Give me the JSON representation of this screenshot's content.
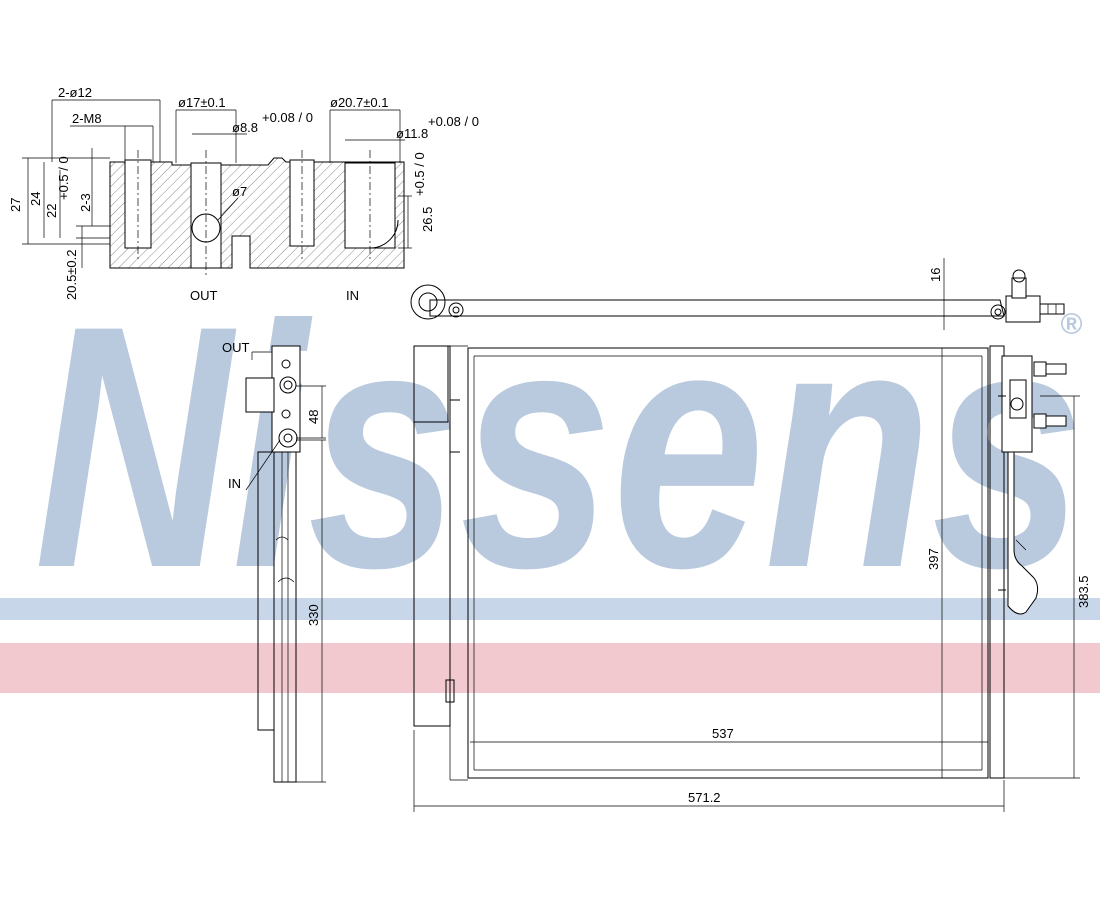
{
  "watermark": {
    "brand": "Nissens",
    "registered": "®",
    "colors": {
      "brand": "#b9c9de",
      "stripe_blue": "#c7d6e8",
      "stripe_red": "#f2c9cf",
      "hatch": "#8a8a8a"
    }
  },
  "detail_block": {
    "callouts": {
      "holes": "2-ø12",
      "threads": "2-M8",
      "bore_out": "ø17±0.1",
      "bore_out_inner": "ø8.8",
      "bore_out_tol": "+0.08 / 0",
      "bore_in": "ø20.7±0.1",
      "bore_in_inner": "ø11.8",
      "bore_in_tol": "+0.08 / 0",
      "cross": "ø7"
    },
    "left_dims": {
      "d1": "27",
      "d2": "24",
      "d3": "22",
      "d3_tol": "+0.5 / 0",
      "d4": "2-3",
      "d5": "20.5±0.2"
    },
    "right_dim": {
      "value": "26.5",
      "tol": "+0.5 / 0"
    },
    "port_labels": {
      "out": "OUT",
      "in": "IN"
    }
  },
  "side_view": {
    "label_out": "OUT",
    "label_in": "IN",
    "dim_48": "48",
    "dim_330": "330"
  },
  "front_view": {
    "dim_16": "16",
    "dim_397": "397",
    "dim_383": "383.5",
    "dim_537": "537",
    "dim_571": "571.2"
  }
}
